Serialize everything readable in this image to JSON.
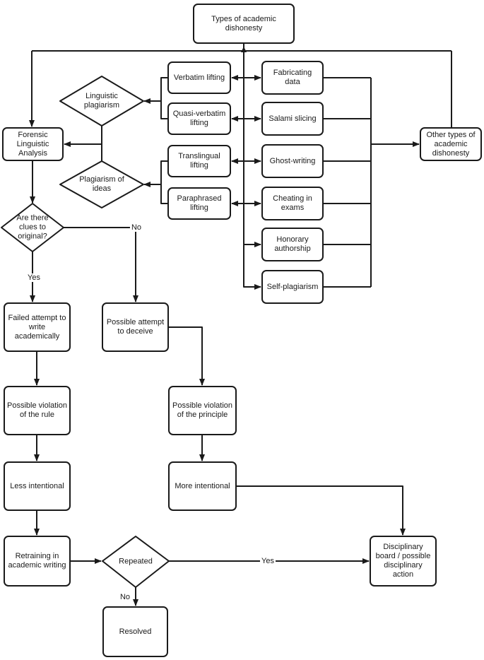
{
  "diagram": {
    "title": "Types of academic dishonesty flowchart",
    "colors": {
      "stroke": "#1a1a1a",
      "background": "#ffffff"
    },
    "nodes": {
      "types": {
        "label": "Types of academic dishonesty"
      },
      "forensic": {
        "label": "Forensic Linguistic Analysis"
      },
      "linguistic": {
        "label": "Linguistic plagiarism"
      },
      "ideas": {
        "label": "Plagiarism of ideas"
      },
      "verbatim": {
        "label": "Verbatim lifting"
      },
      "quasi": {
        "label": "Quasi-verbatim lifting"
      },
      "translingual": {
        "label": "Translingual lifting"
      },
      "paraphrased": {
        "label": "Paraphrased lifting"
      },
      "fabricating": {
        "label": "Fabricating data"
      },
      "salami": {
        "label": "Salami slicing"
      },
      "ghost": {
        "label": "Ghost-writing"
      },
      "cheating": {
        "label": "Cheating in exams"
      },
      "honorary": {
        "label": "Honorary authorship"
      },
      "selfplag": {
        "label": "Self-plagiarism"
      },
      "other": {
        "label": "Other types of academic dishonesty"
      },
      "clues": {
        "label": "Are there clues to original?"
      },
      "failed": {
        "label": "Failed attempt to write academically"
      },
      "deceive": {
        "label": "Possible attempt to deceive"
      },
      "rule": {
        "label": "Possible violation of the rule"
      },
      "principle": {
        "label": "Possible violation of the principle"
      },
      "less": {
        "label": "Less intentional"
      },
      "more": {
        "label": "More intentional"
      },
      "retraining": {
        "label": "Retraining in academic writing"
      },
      "repeated": {
        "label": "Repeated"
      },
      "disciplinary": {
        "label": "Disciplinary board / possible disciplinary action"
      },
      "resolved": {
        "label": "Resolved"
      }
    },
    "edge_labels": {
      "clues_no": "No",
      "clues_yes": "Yes",
      "repeated_yes": "Yes",
      "repeated_no": "No"
    }
  }
}
